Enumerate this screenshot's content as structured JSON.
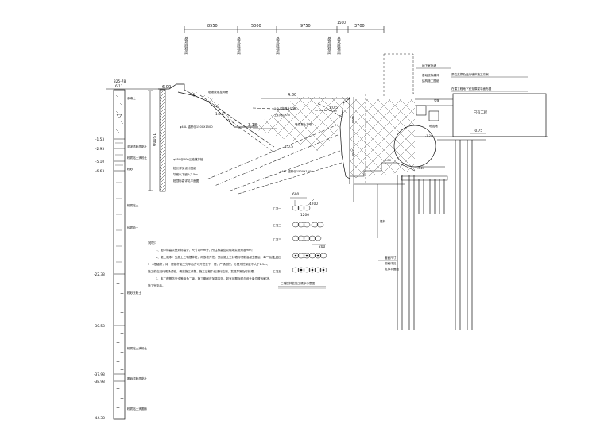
{
  "top_dims": [
    "8550",
    "5000",
    "9750",
    "1500",
    "3700"
  ],
  "left_top": {
    "top": "325-78",
    "sub": "6.11"
  },
  "top_levels": {
    "ground": "6.00",
    "mid": "4.80",
    "deep": "3.18"
  },
  "vertical_notes": [
    "基坑底标高",
    "基坑底标高",
    "基坑底标高",
    "基坑底标高",
    "基坑底标高"
  ],
  "notes_top": [
    "地下室外墙",
    "基础底标高详",
    "结构施工图纸"
  ],
  "right_notes": [
    "原位支撑及连续墙体施工方案",
    "在建工程地下室支撑梁平面布置"
  ],
  "right_labels": {
    "gap": "空隙",
    "building": "已有工程",
    "level": "-0.75",
    "tag": "地连墙"
  },
  "slope_labels": {
    "s1": "临坡放坡挂网喷",
    "s2": "1:0.5放坡土钉墙",
    "s3": "土钉墙1:0.5",
    "s4": "喷混凝土护坡",
    "anchor_top": "φ48L 锚杆@1500X1500",
    "anchor_bot": "φ48L 锚杆@1500X1500",
    "ratio1": "1:0.5",
    "ratio2": "1:0.5",
    "ratio3": "1:0.5",
    "v1": "4500",
    "v2": "2500",
    "c1": "-1.20",
    "c2": "-3.20",
    "c3": "5.80"
  },
  "pile_labels": [
    "截面尺寸",
    "规格详见",
    "支撑平面图"
  ],
  "anchor_rod": "锚杆",
  "pile_note": [
    "φ850@600三轴搅拌桩",
    "桩长详见设计图纸",
    "坑底以下嵌入2.5m",
    "桩顶标高详见平面图"
  ],
  "left_dim": "15000",
  "soil_levels": [
    "-1.53",
    "-2.93",
    "-5.10",
    "-6.63",
    "-22.33",
    "-30.53",
    "-37.93",
    "-38.93",
    "-44.38"
  ],
  "soil_layers": [
    "杂填土",
    "淤泥质粉质黏土",
    "粉质黏土夹粉土",
    "粉砂",
    "粉质黏土",
    "砂质粉土",
    "粉砂夹粉土",
    "粉质黏土夹粉土",
    "圆砾混粉质黏土",
    "粉质黏土夹圆砾"
  ],
  "pile_detail": {
    "dim_top": "600",
    "dims": [
      "1200",
      "200",
      "1200"
    ],
    "steps": [
      "工况一",
      "工况二",
      "工况三",
      "工况四",
      "工况五"
    ],
    "caption": "三轴搅拌桩施工顺序示意图"
  },
  "notes": {
    "title": "说明:",
    "lines": [
      "1、图中标高以绝对标高计，尺寸以mm计，所注标高应以现场实测为准mm;",
      "2、施工顺序：先施工三轴搅拌桩，再放坡开挖，分层施工土钉墙与喷射混凝土面层，每一层施工",
      "5~6根锚杆，待一层锚杆施工完毕后方可开挖至下一层，严禁超挖，分层开挖深度不大于1.5m;",
      "施工前应进行现场试验，确定施工参数，施工过程中应进行监测，发现异常及时处理，",
      "3、本工程基坑安全等级为二级，施工期间应加强监测，如有问题及时与设计单位联系解决。",
      "施工完毕后。"
    ]
  }
}
